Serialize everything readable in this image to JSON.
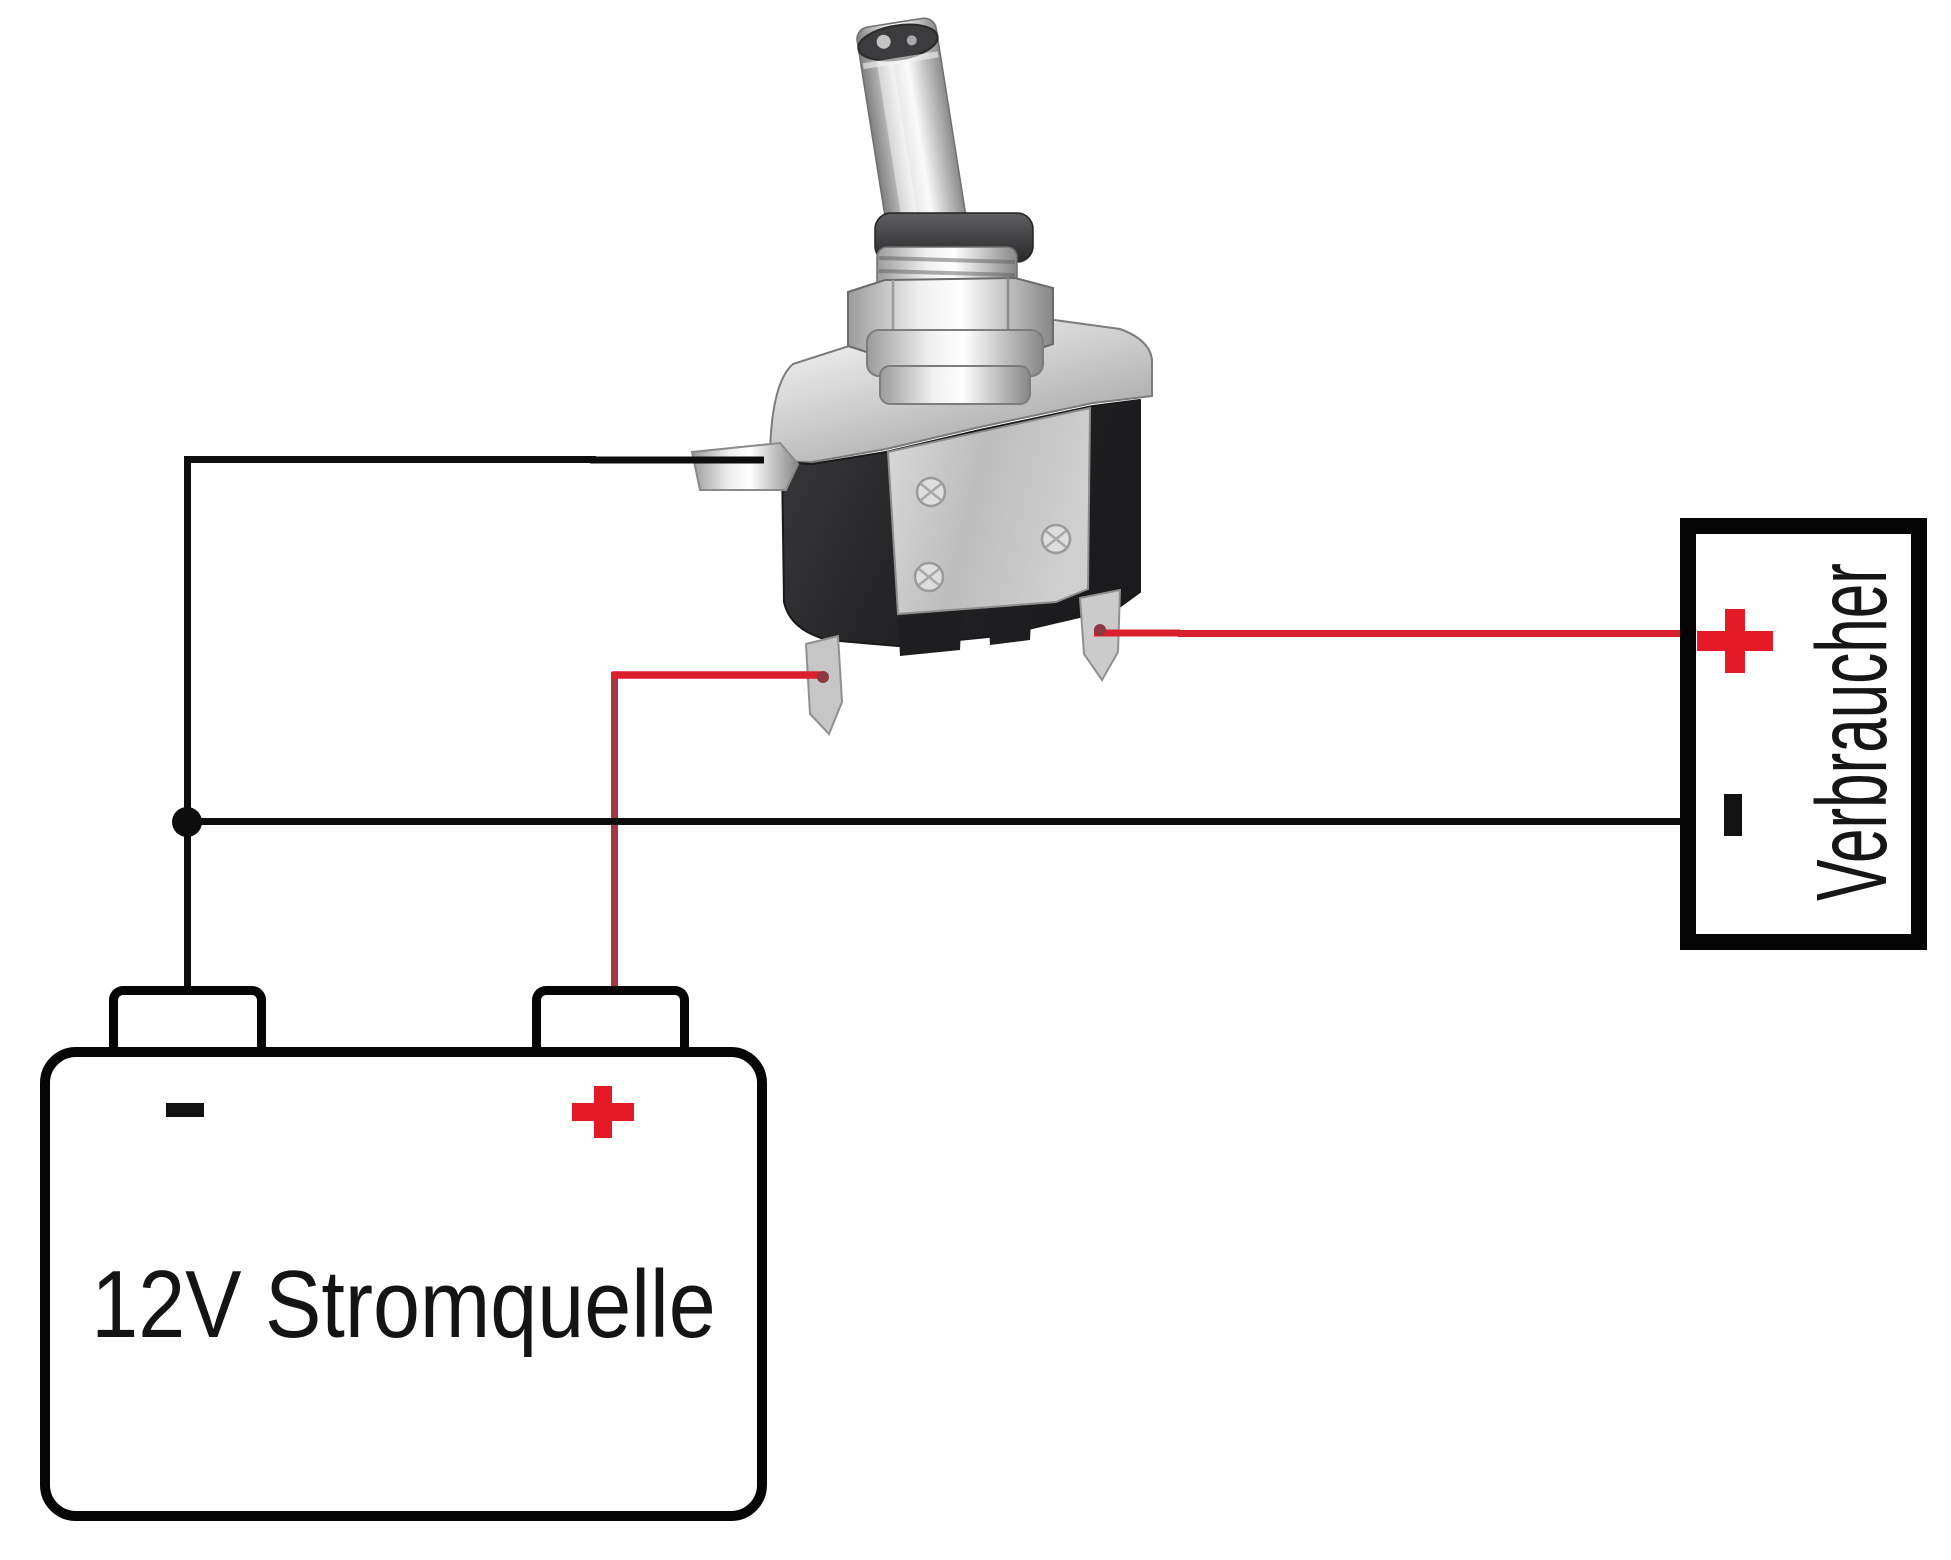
{
  "diagram": {
    "background": "#ffffff",
    "wire_colors": {
      "black": "#0d0d0d",
      "red": "#da1f2d",
      "red_dark": "#a63844"
    },
    "battery": {
      "label": "12V Stromquelle",
      "negative_symbol": "-",
      "positive_symbol": "+",
      "outline_color": "#050505",
      "symbol_red": "#e41b27"
    },
    "load": {
      "label": "Verbraucher",
      "positive_symbol": "+",
      "negative_symbol": "-",
      "outline_color": "#050505",
      "symbol_red": "#e41b27"
    },
    "switch": {
      "icon": "toggle-switch-photo"
    }
  }
}
